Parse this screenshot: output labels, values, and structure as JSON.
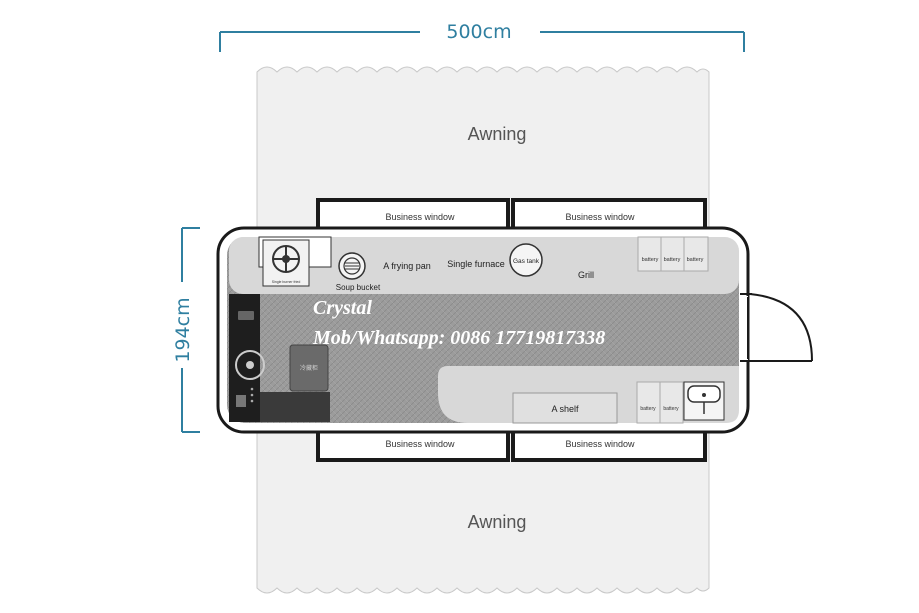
{
  "dimensions": {
    "width_label": "500cm",
    "height_label": "194cm"
  },
  "awnings": {
    "top_label": "Awning",
    "bottom_label": "Awning"
  },
  "windows": {
    "top_left": "Business window",
    "top_right": "Business window",
    "bottom_left": "Business window",
    "bottom_right": "Business window"
  },
  "equipment": {
    "stove_small_label": "Single burner fried",
    "soup_bucket": "Soup bucket",
    "frying_pan": "A frying pan",
    "single_furnace": "Single furnace",
    "gas_tank": "Gas tank",
    "grill": "Grill",
    "shelf": "A shelf",
    "fridge_label": "冷藏柜",
    "batteries_top": [
      "battery",
      "battery",
      "battery"
    ],
    "batteries_bottom": [
      "battery",
      "battery"
    ]
  },
  "watermark": {
    "name": "Crystal",
    "contact": "Mob/Whatsapp: 0086 17719817338"
  },
  "colors": {
    "dimension_line": "#2f7fa0",
    "floor": "#9a9a9a",
    "counter": "#d9d9d9",
    "awning": "#f0f0f0",
    "window_frame": "#1a1a1a",
    "dark_panel": "#1e1e1e"
  }
}
